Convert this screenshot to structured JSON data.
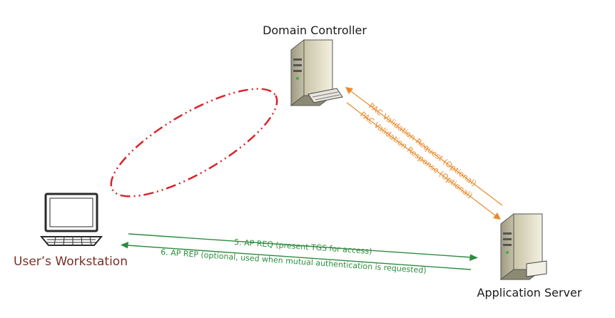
{
  "nodes": {
    "domain_controller": {
      "label": "Domain Controller",
      "icon": "server-icon"
    },
    "workstation": {
      "label": "User’s Workstation",
      "icon": "desktop-computer-icon"
    },
    "app_server": {
      "label": "Application Server",
      "icon": "server-icon"
    }
  },
  "flows": {
    "ap_req": "5. AP REQ (present TGS for access)",
    "ap_rep": "6. AP REP (optional, used when mutual authentication is requested)",
    "pac_request": "PAC Validation Request (Optional)",
    "pac_response": "PAC Validation Response (Optional)"
  },
  "colors": {
    "workstation_label": "#7a2e26",
    "green_flow": "#2e8b3e",
    "orange_flow": "#e88a2a",
    "ellipse": "#d9232d",
    "text": "#1a1a1a"
  }
}
